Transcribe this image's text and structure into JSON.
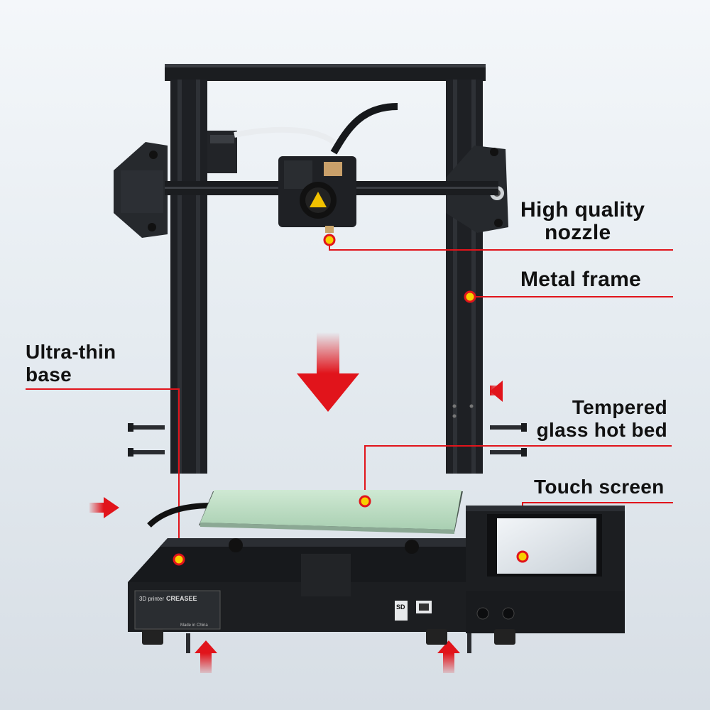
{
  "callouts": {
    "nozzle": {
      "line1": "High quality",
      "line2": "nozzle"
    },
    "frame": {
      "line1": "Metal frame"
    },
    "base": {
      "line1": "Ultra-thin",
      "line2": "base"
    },
    "hotbed": {
      "line1": "Tempered",
      "line2": "glass hot bed"
    },
    "screen": {
      "line1": "Touch screen"
    }
  },
  "printer_panel": {
    "brand": "CREASEE",
    "model_tag": "3D printer",
    "sd_label": "SD",
    "origin": "Made in China"
  },
  "colors": {
    "accent": "#e1141b",
    "frame": "#1b1d20",
    "glass": "#bfe0c6",
    "screen": "#dfe5ea"
  }
}
